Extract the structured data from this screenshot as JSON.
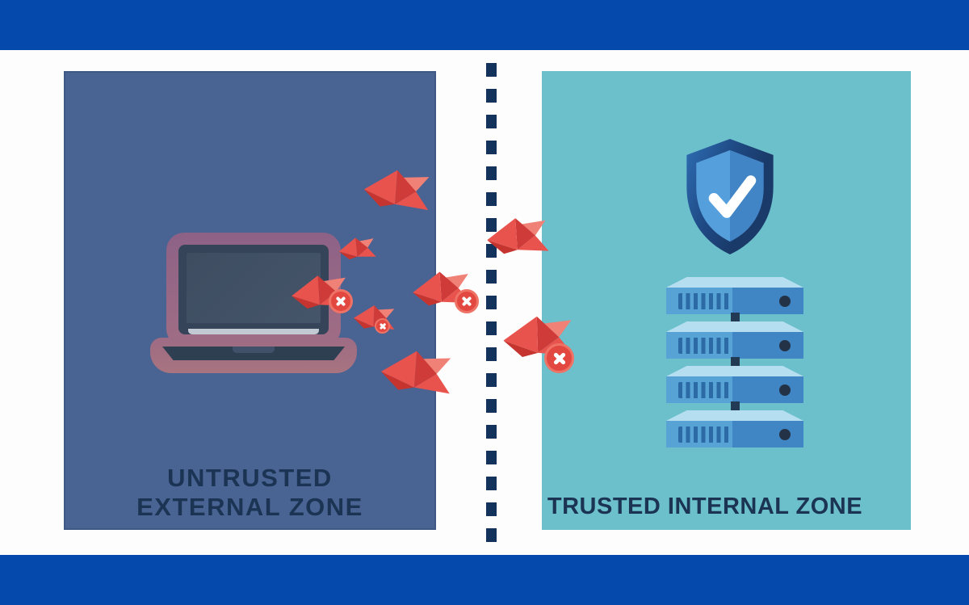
{
  "zones": {
    "untrusted": {
      "title_line1": "UNTRUSTED",
      "title_line2": "EXTERNAL ZONE",
      "device_icon": "laptop-icon"
    },
    "trusted": {
      "title": "TRUSTED INTERNAL ZONE",
      "icons": [
        "shield-check-icon",
        "server-stack-icon"
      ]
    }
  },
  "boundary": {
    "icon": "dashed-firewall-line",
    "style": "vertical-dashed"
  },
  "threats": {
    "arrow_icon": "origami-arrow-icon",
    "blocked_icon": "x-cross-icon",
    "arrow_count": 8,
    "blocked_badge_count": 4
  },
  "colors": {
    "band_blue": "#0649ac",
    "background_white": "#fdfdfd",
    "untrusted_panel_blue": "#496392",
    "trusted_panel_teal": "#6cc0cb",
    "boundary_navy": "#14335c",
    "threat_red": "#e9534e",
    "badge_red": "#e2483f",
    "laptop_mauve": "#9a6a85",
    "laptop_slate": "#37465a",
    "shield_navy": "#1a3a69",
    "shield_blue": "#4285c6",
    "server_blue_light": "#58a3d6",
    "server_blue": "#4186c4",
    "server_top_light": "#b5dff0",
    "label_navy": "#1c3454"
  }
}
